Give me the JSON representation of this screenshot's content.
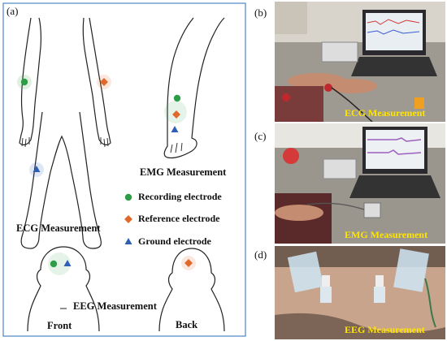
{
  "panels": {
    "a": {
      "letter": "(a)",
      "ecg_label": "ECG Measurement",
      "emg_label": "EMG Measurement",
      "eeg_label": "EEG Measurement",
      "front_label": "Front",
      "back_label": "Back",
      "legend": [
        {
          "label": "Recording electrode",
          "marker": "circle",
          "color": "#2e9e46"
        },
        {
          "label": "Reference electrode",
          "marker": "diamond",
          "color": "#e0682a"
        },
        {
          "label": "Ground electrode",
          "marker": "triangle",
          "color": "#2f5fb5"
        }
      ]
    },
    "b": {
      "letter": "(b)",
      "caption": "ECG Measurement"
    },
    "c": {
      "letter": "(c)",
      "caption": "EMG Measurement"
    },
    "d": {
      "letter": "(d)",
      "caption": "EEG Measurement"
    }
  },
  "colors": {
    "caption_yellow": "#ffe400",
    "outline": "#222222",
    "frame": "#5a8fc8"
  }
}
